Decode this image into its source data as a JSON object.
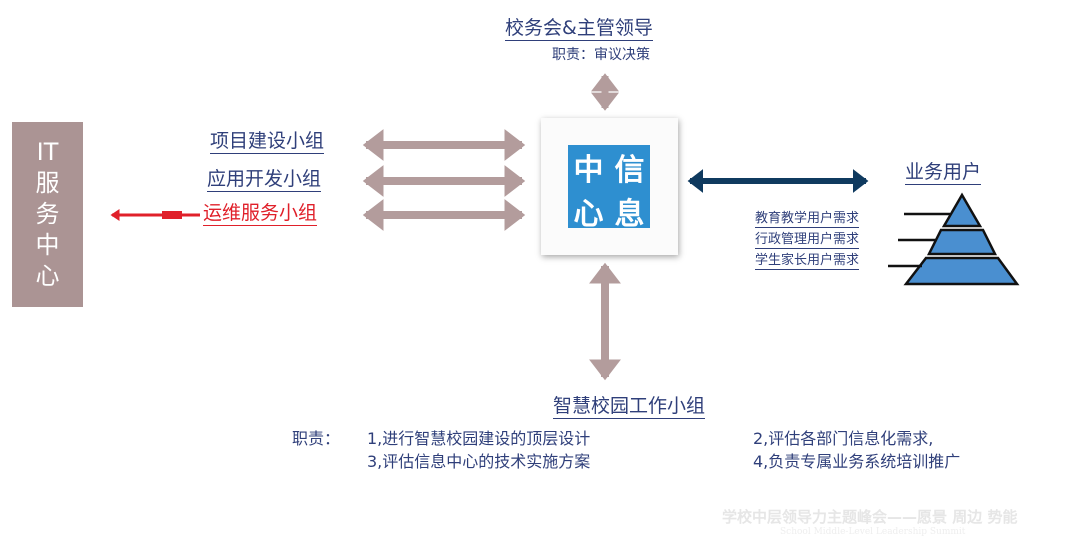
{
  "it_center": {
    "label": [
      "IT",
      "服",
      "务",
      "中",
      "心"
    ],
    "color": "#ab9494"
  },
  "left_groups": [
    {
      "label": "项目建设小组"
    },
    {
      "label": "应用开发小组"
    },
    {
      "label": "运维服务小组",
      "color": "#e0202a"
    }
  ],
  "top": {
    "title": "校务会&主管领导",
    "duty": "职责：审议决策"
  },
  "center": {
    "chars": [
      "中",
      "信",
      "心",
      "息"
    ],
    "color": "#2e8fd0"
  },
  "users": {
    "title": "业务用户",
    "needs": [
      "教育教学用户需求",
      "行政管理用户需求",
      "学生家长用户需求"
    ]
  },
  "bottom": {
    "title": "智慧校园工作小组",
    "duty_label": "职责：",
    "duties": [
      "1,进行智慧校园建设的顶层设计",
      "2,评估各部门信息化需求,",
      "3,评估信息中心的技术实施方案",
      "4,负责专属业务系统培训推广"
    ]
  },
  "watermark": {
    "cn": "学校中层领导力主题峰会——愿景 周边 势能",
    "en": "School Middle-Level Leadership Summit"
  },
  "colors": {
    "arrow_pink": "#b39c9c",
    "arrow_navy": "#0f3a5f",
    "arrow_red": "#e0202a",
    "text": "#2f3f7a",
    "pyramid": "#4a8fd0"
  }
}
